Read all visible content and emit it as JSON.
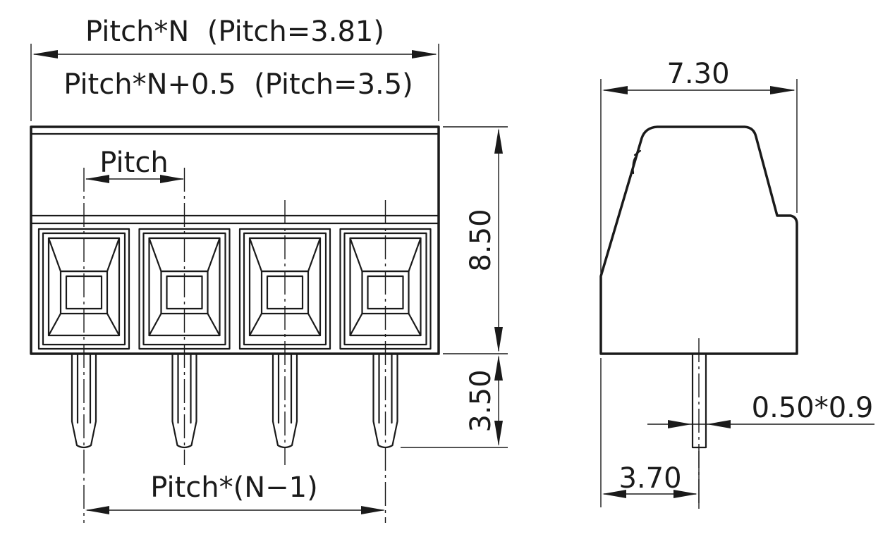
{
  "front_view": {
    "overall_width_label": "Pitch*N  (Pitch=3.81)",
    "overall_width_label_alt": "Pitch*N+0.5  (Pitch=3.5)",
    "pitch_label": "Pitch",
    "height_label": "8.50",
    "pin_length_label": "3.50",
    "pin_span_label": "Pitch*(N−1)",
    "positions": 4
  },
  "side_view": {
    "depth_label": "7.30",
    "pin_size_label": "0.50*0.9",
    "pin_offset_label": "3.70"
  }
}
